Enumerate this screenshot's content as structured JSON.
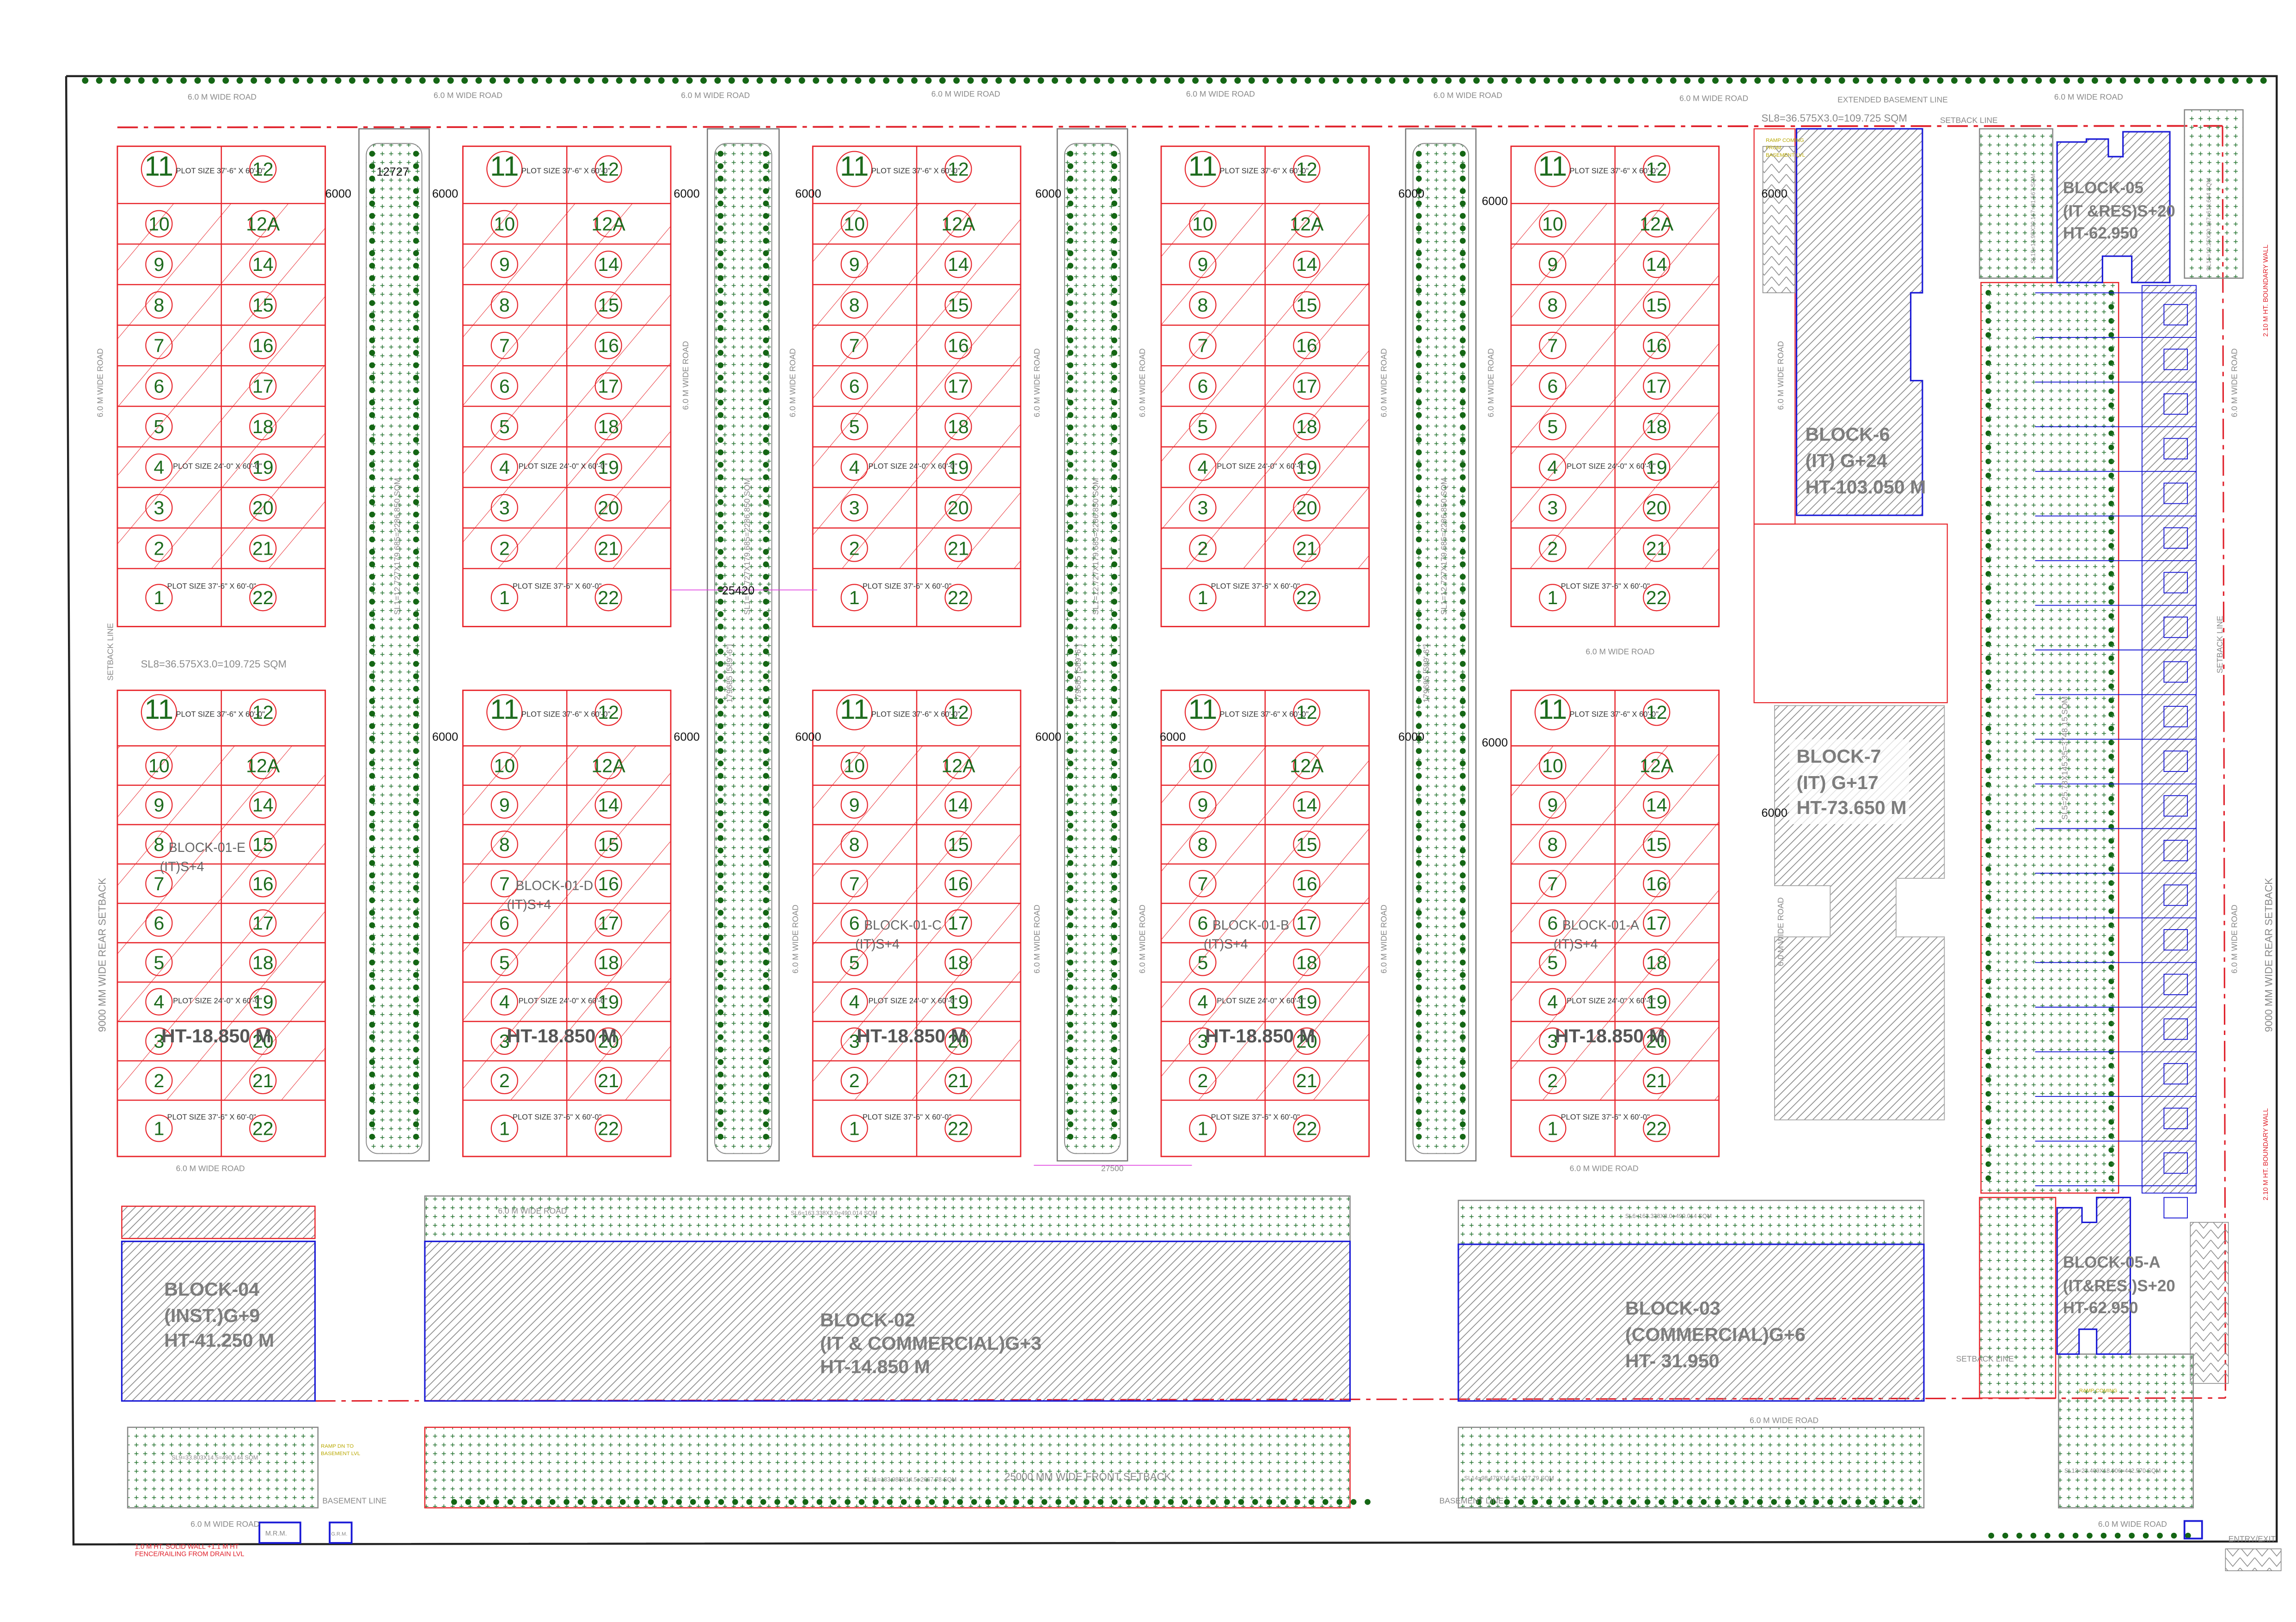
{
  "roads": {
    "six_m": "6.0 M WIDE ROAD",
    "rear_setback": "9000 MM WIDE REAR SETBACK",
    "front_setback": "25000 MM WIDE FRONT SETBACK",
    "setback_line": "SETBACK LINE",
    "basement_line": "BASEMENT LINE",
    "extended_basement_line": "EXTENDED BASEMENT LINE",
    "boundary_wall": "2.10 M HT. BOUNDARY WALL",
    "entry_exit": "ENTRY/EXIT",
    "solid_wall_1": "1.0 M HT. SOLID WALL +1.1 M HT",
    "solid_wall_2": "FENCE/RAILING FROM DRAIN LVL",
    "ramp_down_1": "RAMP DN TO",
    "ramp_down_2": "BASEMENT LVL",
    "ramp_up_1": "RAMP COMING",
    "ramp_up_2": "FROM",
    "ramp_up_3": "BASEMENT LVL",
    "mrm": "M.R.M.",
    "grm": "G.R.M."
  },
  "areas": {
    "sl8": "SL8=36.575X3.0=109.725 SQM",
    "sl1": "SL1=12.727X179.685=2286.850 SQM",
    "sl6": "SL6=163.338X3.0=490.014 SQM",
    "sl9": "SL9=33.803X14.5=490.144 SQM",
    "sl11": "SL11=183.985X14.5=2667.78 SQM",
    "sl13": "SL13=23.409X18.906=442.570 SQM",
    "sl15": "SL15=12.95X30.167=81.567 SQM",
    "sl15b": "SL15=10.25X30.167=618.664 SQM",
    "sl_long": "SL5=25.78X145.35=3748.15 SQM",
    "sl_b3": "SL14=98.470X14.5=1427.79 SQM"
  },
  "dimensions": {
    "d6000": "6000",
    "d12727": "12727",
    "d25420": "25420",
    "d179685": "179685 [589'-6\"]",
    "d27500": "27500"
  },
  "plots": {
    "size_large": "PLOT SIZE 37'-6\" X 60'-0\"",
    "size_small": "PLOT SIZE 24'-0\" X 60'-0\"",
    "rows": [
      [
        "11",
        "12"
      ],
      [
        "10",
        "12A"
      ],
      [
        "9",
        "14"
      ],
      [
        "8",
        "15"
      ],
      [
        "7",
        "16"
      ],
      [
        "6",
        "17"
      ],
      [
        "5",
        "18"
      ],
      [
        "4",
        "19"
      ],
      [
        "3",
        "20"
      ],
      [
        "2",
        "21"
      ],
      [
        "1",
        "22"
      ]
    ]
  },
  "cluster_blocks": [
    {
      "name": "BLOCK-01-E",
      "use": "(IT)S+4",
      "height": "HT-18.850 M"
    },
    {
      "name": "BLOCK-01-D",
      "use": "(IT)S+4",
      "height": "HT-18.850 M"
    },
    {
      "name": "BLOCK-01-C",
      "use": "(IT)S+4",
      "height": "HT-18.850 M"
    },
    {
      "name": "BLOCK-01-B",
      "use": "(IT)S+4",
      "height": "HT-18.850 M"
    },
    {
      "name": "BLOCK-01-A",
      "use": "(IT)S+4",
      "height": "HT-18.850 M"
    }
  ],
  "blocks": {
    "b02": {
      "name": "BLOCK-02",
      "use": "(IT & COMMERCIAL)G+3",
      "height": "HT-14.850 M"
    },
    "b03": {
      "name": "BLOCK-03",
      "use": "(COMMERCIAL)G+6",
      "height": "HT- 31.950"
    },
    "b04": {
      "name": "BLOCK-04",
      "use": "(INST.)G+9",
      "height": "HT-41.250 M"
    },
    "b05": {
      "name": "BLOCK-05",
      "use": "(IT &RES)S+20",
      "height": "HT-62.950"
    },
    "b05a": {
      "name": "BLOCK-05-A",
      "use": "(IT&RES.)S+20",
      "height": "HT-62.950"
    },
    "b06": {
      "name": "BLOCK-6",
      "use": "(IT) G+24",
      "height": "HT-103.050 M"
    },
    "b07": {
      "name": "BLOCK-7",
      "use": "(IT) G+17",
      "height": "HT-73.650 M"
    }
  },
  "colors": {
    "plot_line": "#e8262c",
    "tree": "#146614",
    "block_outline": "#1a1ad6",
    "hatch": "#8c8c8c"
  }
}
